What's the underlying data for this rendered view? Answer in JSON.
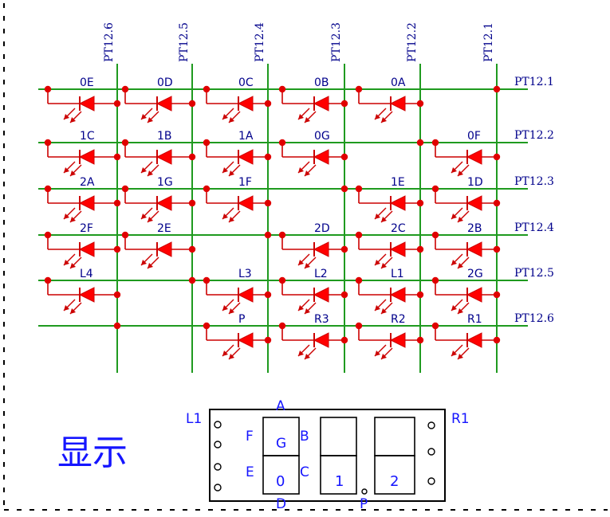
{
  "colors": {
    "wire": "#1f9a1f",
    "led": "#ff0000",
    "led_stroke": "#cc0000",
    "node": "#e00000",
    "label": "#00008b",
    "accent": "#1515ff",
    "border": "#000000"
  },
  "columns": [
    "PT12.6",
    "PT12.5",
    "PT12.4",
    "PT12.3",
    "PT12.2",
    "PT12.1"
  ],
  "rows": [
    "PT12.1",
    "PT12.2",
    "PT12.3",
    "PT12.4",
    "PT12.5",
    "PT12.6"
  ],
  "matrix": [
    [
      "0E",
      "0D",
      "0C",
      "0B",
      "0A",
      ""
    ],
    [
      "1C",
      "1B",
      "1A",
      "0G",
      "",
      "0F"
    ],
    [
      "2A",
      "1G",
      "1F",
      "",
      "1E",
      "1D"
    ],
    [
      "2F",
      "2E",
      "",
      "2D",
      "2C",
      "2B"
    ],
    [
      "L4",
      "",
      "L3",
      "L2",
      "L1",
      "2G"
    ],
    [
      "",
      "",
      "P",
      "R3",
      "R2",
      "R1"
    ]
  ],
  "display": {
    "title": "显示",
    "left_label": "L1",
    "right_label": "R1",
    "seg_a": "A",
    "seg_b": "B",
    "seg_c": "C",
    "seg_d": "D",
    "seg_e": "E",
    "seg_f": "F",
    "seg_g": "G",
    "seg_p": "P",
    "digit0": "0",
    "digit1": "1",
    "digit2": "2"
  }
}
